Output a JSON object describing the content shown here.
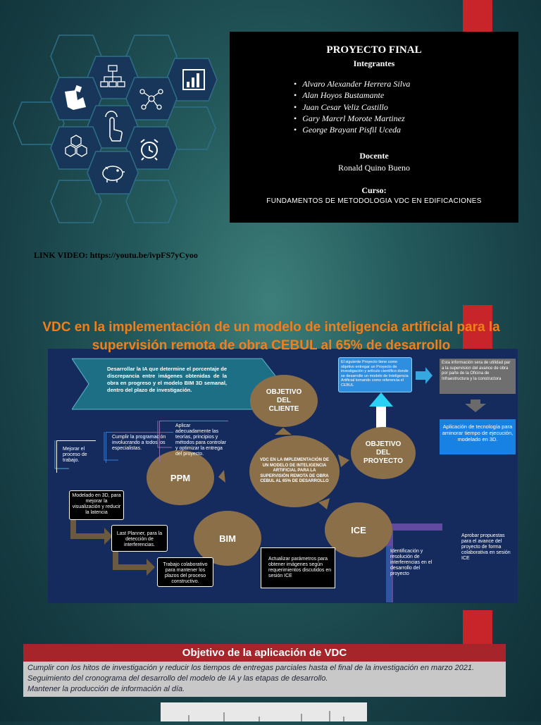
{
  "card": {
    "title": "PROYECTO FINAL",
    "members_heading": "Integrantes",
    "members": [
      "Alvaro Alexander Herrera Silva",
      "Alan Hoyos Bustamante",
      "Juan Cesar Veliz Castillo",
      "Gary Marcrl Morote Martinez",
      "George Brayant Pisfil Uceda"
    ],
    "teacher_heading": "Docente",
    "teacher": "Ronald Quino Bueno",
    "course_heading": "Curso:",
    "course": "FUNDAMENTOS DE METODOLOGIA VDC EN EDIFICACIONES"
  },
  "link": "LINK VIDEO: https://youtu.be/ivpFS7yCyoo",
  "main_title": "VDC en la implementación de un modelo de inteligencia artificial para la supervisión remota de obra CEBUL al 65% de desarrollo",
  "diagram": {
    "arrow_text": "Desarrollar la IA que determine el porcentaje de discrepancia entre imágenes obtenidas de la obra en progreso y el modelo BIM 3D semanal, dentro del plazo de investigación.",
    "oval_cliente": "OBJETIVO DEL CLIENTE",
    "oval_proyecto": "OBJETIVO DEL PROYECTO",
    "oval_center": "VDC EN LA IMPLEMENTACIÓN DE UN MODELO DE INTELIGENCIA ARTIFICIAL PARA LA SUPERVISIÓN REMOTA DE OBRA CEBUL AL 65% DE DESARROLLO",
    "oval_ppm": "PPM",
    "oval_bim": "BIM",
    "oval_ice": "ICE",
    "blue_top": "El siguiente Proyecto tiene como objetivo entregar un Proyecto de investigación y artículo científico donde se desarrolle un modelo de Inteligencia Artificial tomando como referencia el CEBUL",
    "grey_top": "Esta información sera de utilidad par a la supervision del avance de obra por parte de la Oficina de Infraestructura y la constructora",
    "blue_right": "Aplicación de tecnología para aminorar tiempo de ejecución, modelado en 3D.",
    "ppm_1": "Mejorar el proceso de trabajo.",
    "ppm_2": "Cumplir la programación involucrando a todos los especialistas.",
    "ppm_3": "Aplicar adecuadamente las teorías, principios y métodos para controlar y optimizar la entrega del proyecto.",
    "bim_1": "Modelado en 3D, para mejorar la visualización y reducir la latencia",
    "bim_2": "Last Planner, para la detección de interferencias.",
    "bim_3": "Trabajo colaborativo para mantener los plazos del proceso constructivo.",
    "ice_params": "Actualizar parámetros para obtener imágenes según requerimientos discutidos en sesión ICE",
    "ice_1": "Identificación y resolución de interferencias en el desarrollo del proyecto",
    "ice_2": "Aprobar propuestas para el avance del proyecto de forma colaborativa en sesión ICE"
  },
  "objective": {
    "title": "Objetivo de la aplicación de VDC",
    "lines": [
      "Cumplir con los hitos de investigación y reducir los tiempos de entregas parciales hasta el final de la investigación en marzo 2021.",
      "Seguimiento del cronograma del desarrollo del modelo de IA y las etapas de desarrollo.",
      "Mantener la producción de información al día."
    ]
  },
  "colors": {
    "accent_red": "#c8252a",
    "title_orange": "#f07f1c",
    "diagram_bg": "#152b5e",
    "oval_brown": "#8a6f49"
  },
  "icons": [
    "hierarchy-icon",
    "bar-chart-icon",
    "puzzle-icon",
    "network-icon",
    "hand-pointer-icon",
    "blocks-icon",
    "alarm-clock-icon",
    "piggy-bank-icon"
  ]
}
